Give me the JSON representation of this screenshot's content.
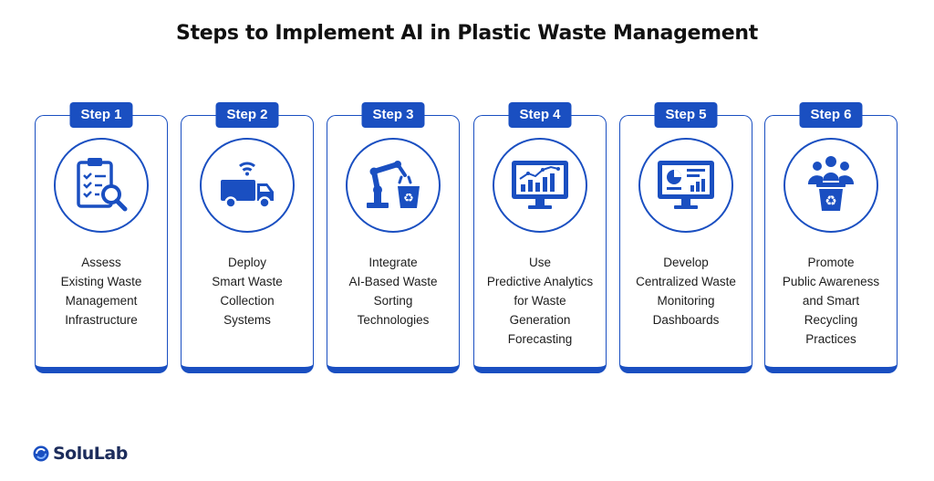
{
  "title": "Steps to Implement AI in Plastic Waste Management",
  "accent_color": "#1a4fc1",
  "steps": [
    {
      "badge": "Step 1",
      "icon": "clipboard-search-icon",
      "lines": [
        "Assess",
        "Existing Waste",
        "Management",
        "Infrastructure"
      ]
    },
    {
      "badge": "Step 2",
      "icon": "smart-truck-icon",
      "lines": [
        "Deploy",
        "Smart Waste",
        "Collection",
        "Systems"
      ]
    },
    {
      "badge": "Step 3",
      "icon": "robot-arm-recycle-icon",
      "lines": [
        "Integrate",
        "AI-Based Waste",
        "Sorting",
        "Technologies"
      ]
    },
    {
      "badge": "Step 4",
      "icon": "analytics-monitor-icon",
      "lines": [
        "Use",
        "Predictive Analytics",
        "for Waste",
        "Generation",
        "Forecasting"
      ]
    },
    {
      "badge": "Step 5",
      "icon": "dashboard-monitor-icon",
      "lines": [
        "Develop",
        "Centralized Waste",
        "Monitoring",
        "Dashboards"
      ]
    },
    {
      "badge": "Step 6",
      "icon": "people-recycle-bin-icon",
      "lines": [
        "Promote",
        "Public Awareness",
        "and Smart",
        "Recycling",
        "Practices"
      ]
    }
  ],
  "brand": {
    "name": "SoluLab"
  }
}
